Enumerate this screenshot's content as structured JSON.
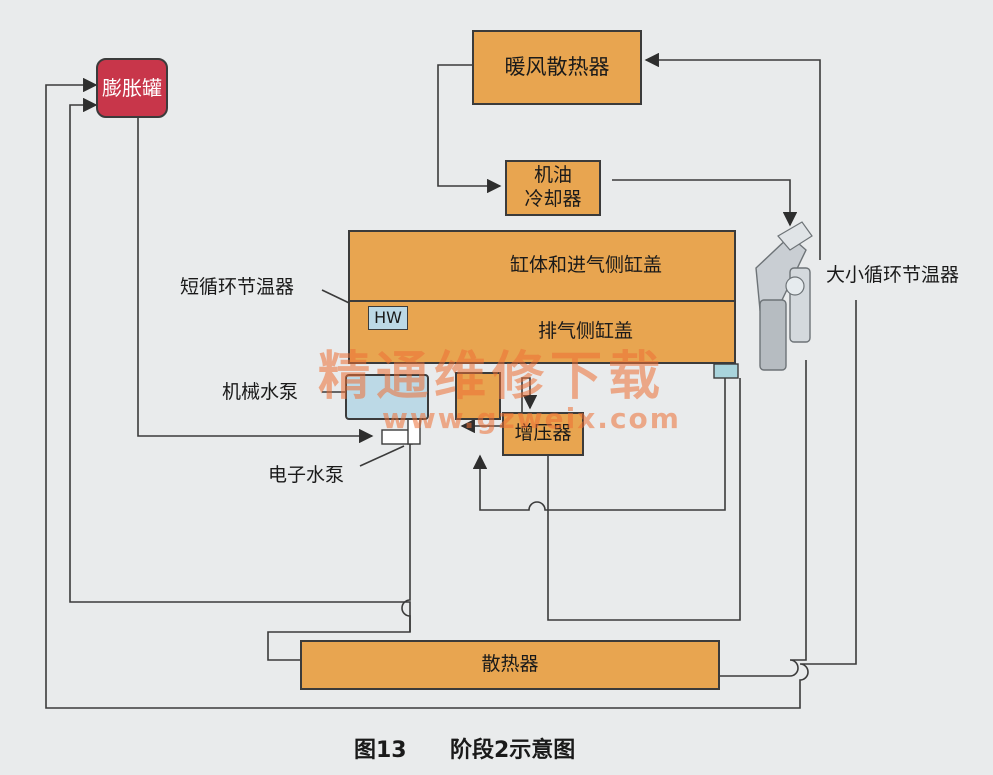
{
  "components": {
    "expansion_tank": "膨胀罐",
    "heater_core": "暖风散热器",
    "oil_cooler": "机油\n冷却器",
    "block_intake_head": "缸体和进气侧缸盖",
    "exhaust_head": "排气侧缸盖",
    "hw_thermostat": "HW",
    "turbocharger": "增压器",
    "radiator": "散热器"
  },
  "labels": {
    "short_loop_thermostat": "短循环节温器",
    "main_thermostat": "大小循环节温器",
    "mechanical_pump": "机械水泵",
    "electric_pump": "电子水泵"
  },
  "watermark": {
    "title": "精通维修下载",
    "url": "www.gzweix.com"
  },
  "caption": {
    "figure": "图13",
    "title": "阶段2示意图"
  },
  "colors": {
    "component_fill": "#e8a550",
    "expansion_tank_fill": "#c8364a",
    "pump_fill": "#bcd9e6",
    "line": "#3b3b3b",
    "watermark": "#ec7034"
  }
}
